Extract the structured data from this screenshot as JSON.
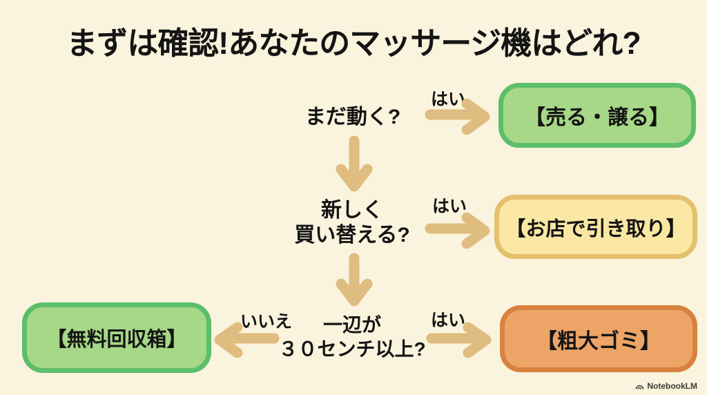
{
  "title": "まずは確認!あなたのマッサージ機はどれ?",
  "colors": {
    "background": "#faf3dd",
    "text": "#141414",
    "arrow": "#dfbc7f",
    "green_fill": "#a6d887",
    "green_border": "#5cbe6b",
    "yellow_fill": "#fae7a4",
    "yellow_border": "#e3c06b",
    "orange_fill": "#eca467",
    "orange_border": "#d9813f"
  },
  "flowchart": {
    "questions": [
      {
        "text": "まだ動く?"
      },
      {
        "line1": "新しく",
        "line2": "買い替える?"
      },
      {
        "line1": "一辺が",
        "line2": "３０センチ以上?"
      }
    ],
    "labels": {
      "yes": "はい",
      "no": "いいえ"
    },
    "outcomes": [
      {
        "text": "【売る・譲る】",
        "fill": "#a6d887",
        "border": "#5cbe6b"
      },
      {
        "text": "【お店で引き取り】",
        "fill": "#fae7a4",
        "border": "#e3c06b"
      },
      {
        "text": "【粗大ゴミ】",
        "fill": "#eca467",
        "border": "#d9813f"
      },
      {
        "text": "【無料回収箱】",
        "fill": "#a6d887",
        "border": "#5cbe6b"
      }
    ]
  },
  "watermark": {
    "text": "NotebookLM"
  }
}
